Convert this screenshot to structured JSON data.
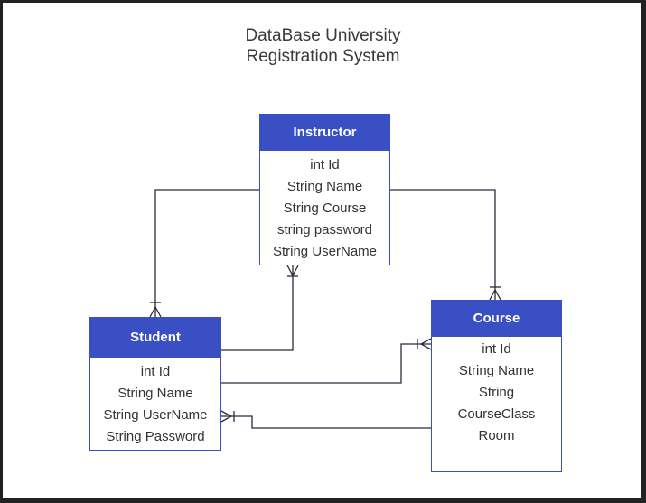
{
  "diagram": {
    "title_line1": "DataBase University",
    "title_line2": "Registration System",
    "colors": {
      "entity_header": "#3a4fc4",
      "entity_border": "#3a4fc4",
      "connector": "#2b2b3b"
    },
    "entities": {
      "instructor": {
        "name": "Instructor",
        "attributes": [
          "int Id",
          "String Name",
          "String Course",
          "string password",
          "String UserName"
        ]
      },
      "student": {
        "name": "Student",
        "attributes": [
          "int Id",
          "String Name",
          "String UserName",
          "String Password"
        ]
      },
      "course": {
        "name": "Course",
        "attributes": [
          "int Id",
          "String Name",
          "String",
          "CourseClass",
          "Room"
        ]
      }
    },
    "relationships": [
      {
        "from": "Instructor",
        "to": "Student",
        "from_end": "none",
        "to_end": "one-or-many"
      },
      {
        "from": "Instructor",
        "to": "Course",
        "from_end": "none",
        "to_end": "one-or-many"
      },
      {
        "from": "Student",
        "to": "Instructor",
        "from_end": "none",
        "to_end": "one-or-many"
      },
      {
        "from": "Student",
        "to": "Course",
        "from_end": "none",
        "to_end": "one-or-many"
      },
      {
        "from": "Course",
        "to": "Student",
        "from_end": "none",
        "to_end": "one-or-many"
      }
    ]
  }
}
